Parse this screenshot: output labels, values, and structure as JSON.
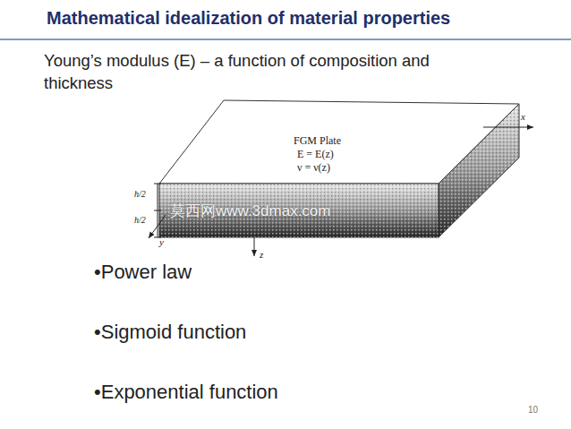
{
  "diagram": {
    "title": "Mathematical idealization of material properties",
    "labels": [
      "Young’s modulus (E) – a function of composition and thickness",
      "FGM Plate",
      "E = E(z)",
      "ν = ν(z)",
      "x",
      "y",
      "z",
      "h/2",
      "h/2",
      "莫西网www.3dmax.com",
      "•Power law",
      "•Sigmoid function",
      "•Exponential function",
      "10"
    ]
  }
}
